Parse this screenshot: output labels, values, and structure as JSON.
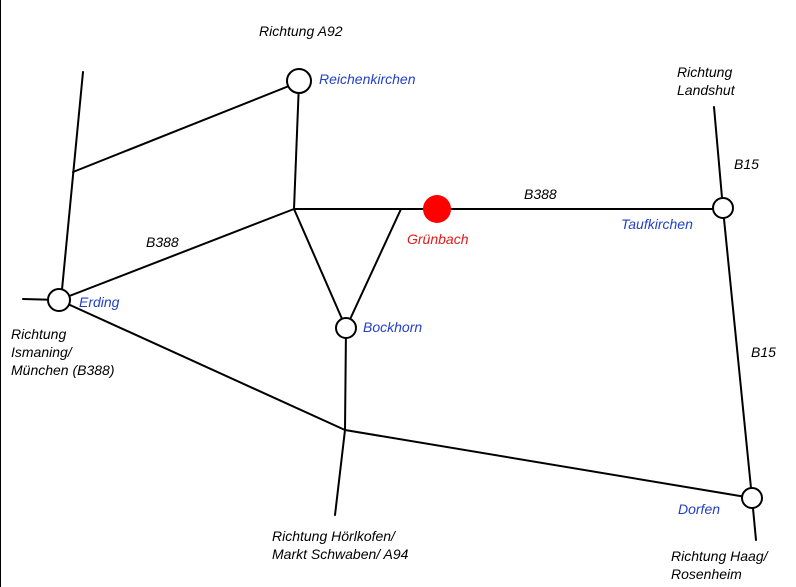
{
  "colors": {
    "road": "#000000",
    "town_label": "#2340c8",
    "highlight": "#e31919",
    "background": "#ffffff"
  },
  "towns": {
    "reichenkirchen": "Reichenkirchen",
    "gruenbach": "Grünbach",
    "taufkirchen": "Taufkirchen",
    "erding": "Erding",
    "bockhorn": "Bockhorn",
    "dorfen": "Dorfen"
  },
  "directions": {
    "a92": "Richtung A92",
    "landshut": [
      "Richtung",
      "Landshut"
    ],
    "muenchen": [
      "Richtung",
      "Ismaning/",
      "München (B388)"
    ],
    "hoerlkofen": [
      "Richtung Hörlkofen/",
      "Markt Schwaben/ A94"
    ],
    "haag": [
      "Richtung Haag/",
      "Rosenheim"
    ]
  },
  "roads": {
    "b388_west": "B388",
    "b388_east": "B388",
    "b15_north": "B15",
    "b15_south": "B15"
  }
}
